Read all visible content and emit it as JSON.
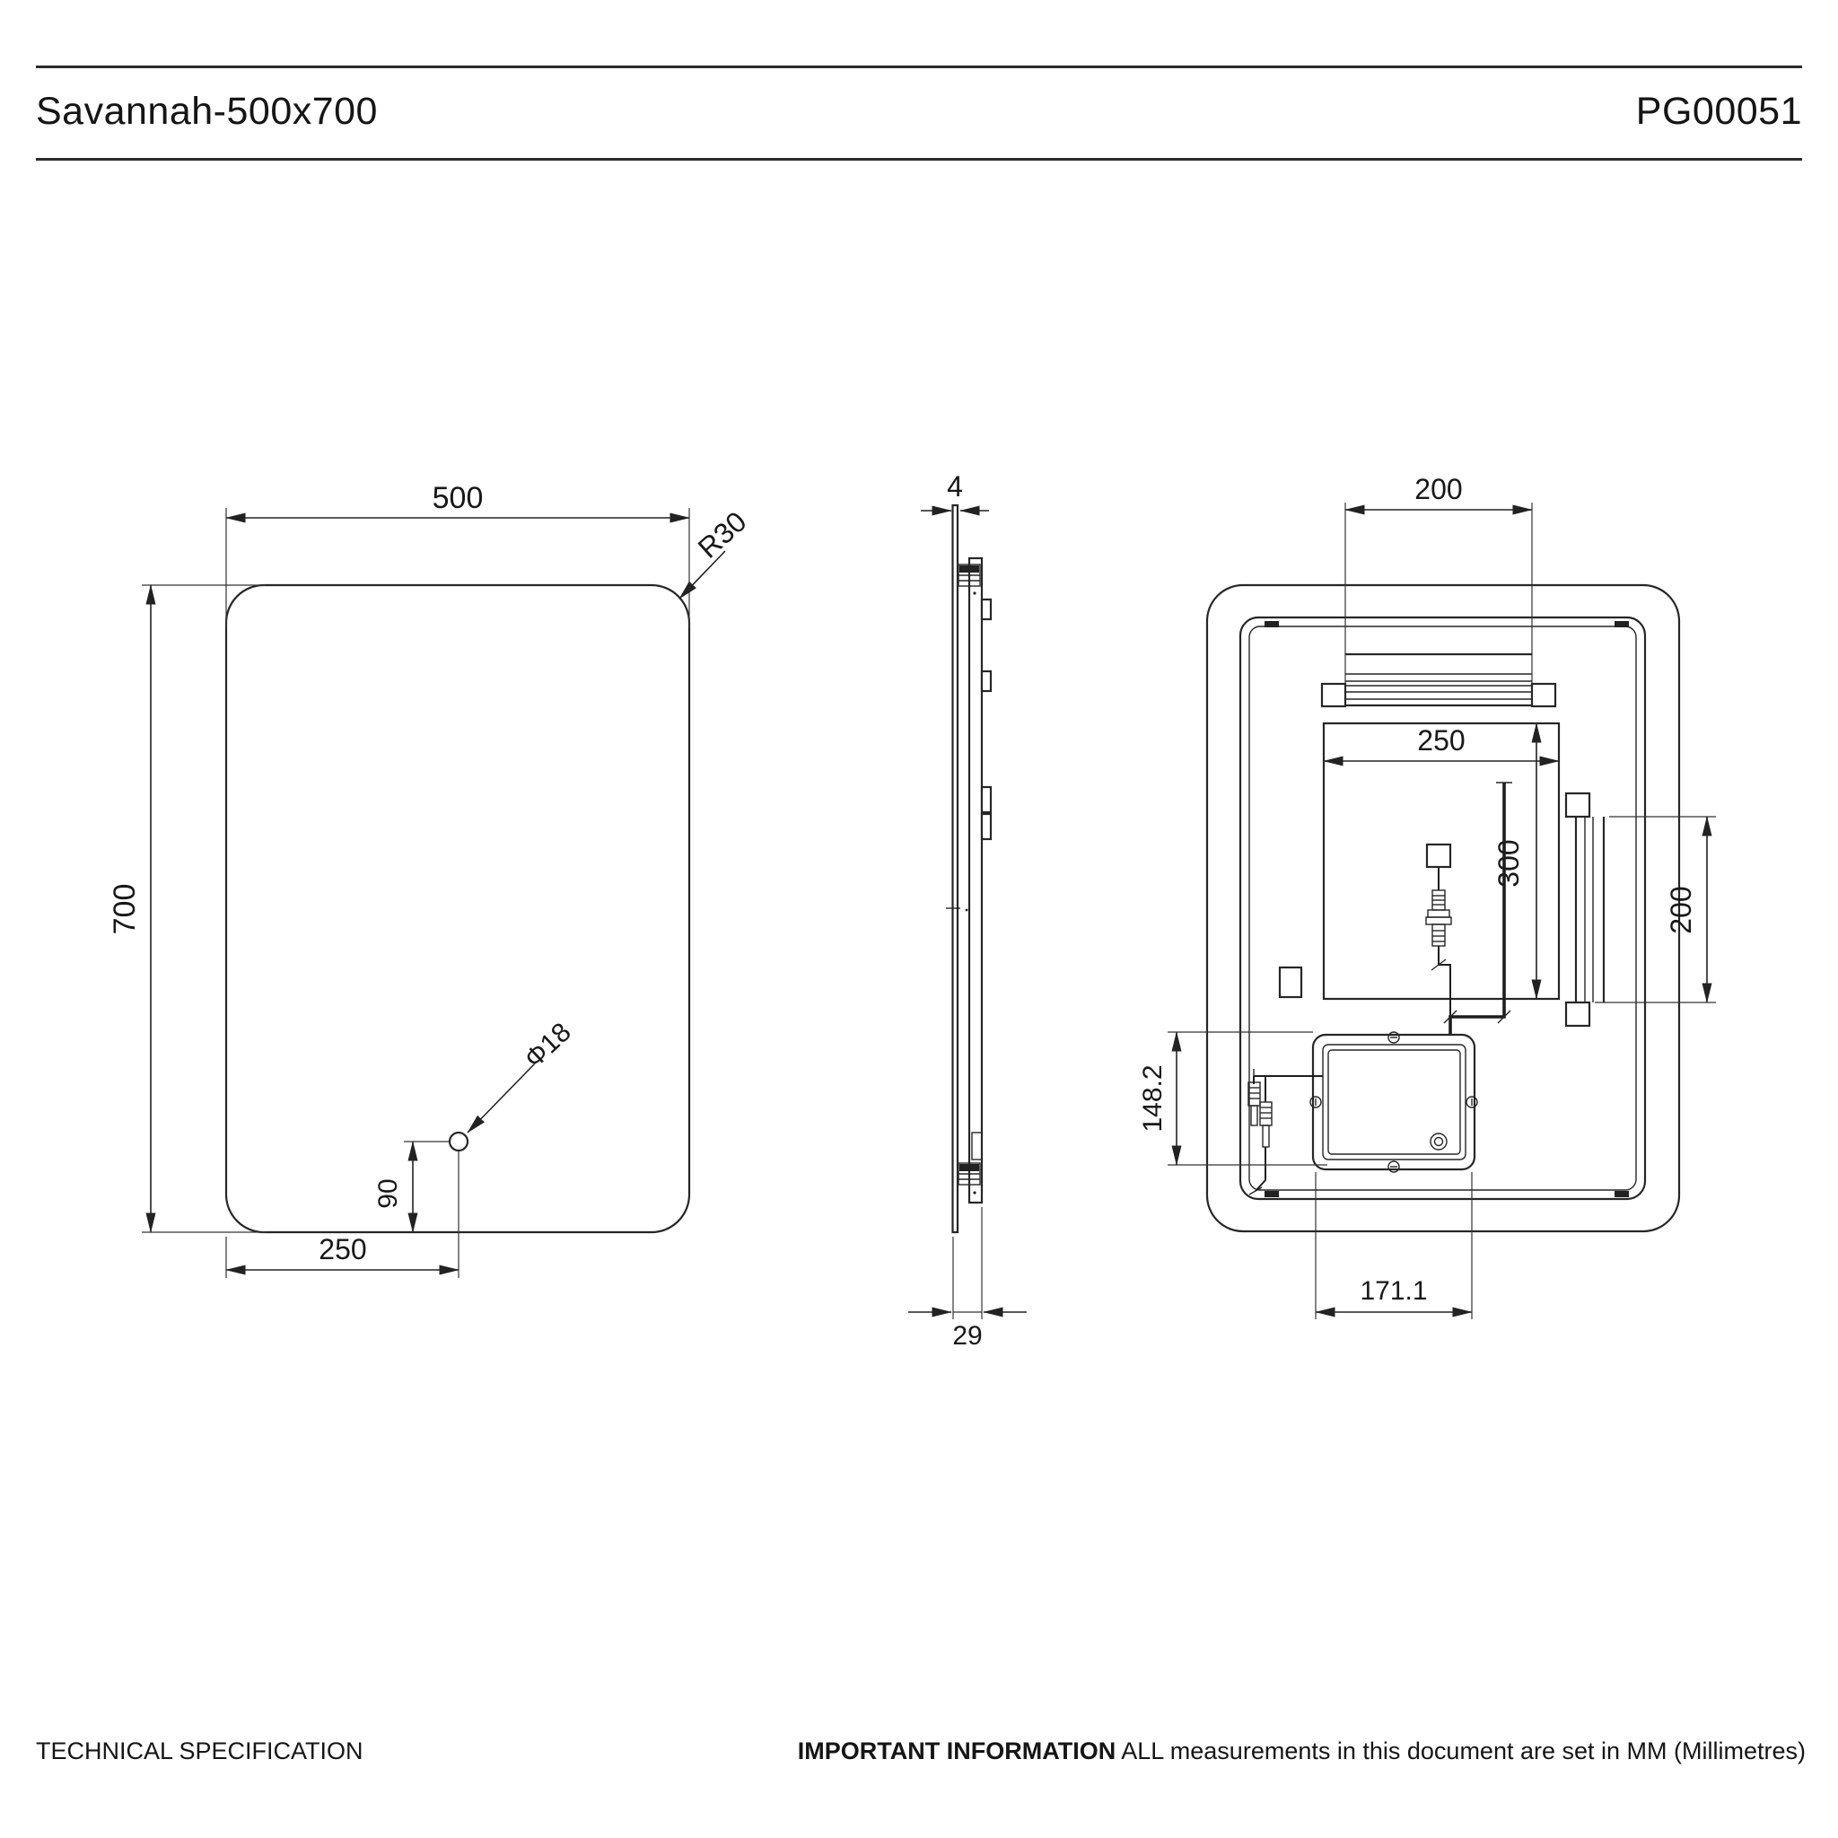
{
  "header": {
    "title": "Savannah-500x700",
    "code": "PG00051"
  },
  "footer": {
    "left": "TECHNICAL SPECIFICATION",
    "right_bold": "IMPORTANT INFORMATION",
    "right_rest": " ALL measurements in this document are set in MM (Millimetres)"
  },
  "colors": {
    "ink": "#181818",
    "line": "#262626",
    "background": "#ffffff"
  },
  "front_view": {
    "width": "500",
    "height": "700",
    "corner_radius": "R30",
    "hole_diameter": "Φ18",
    "hole_from_bottom": "90",
    "hole_from_left": "250"
  },
  "side_view": {
    "glass_thickness": "4",
    "total_depth": "29"
  },
  "back_view": {
    "top_hanger_width": "200",
    "cutout_width": "250",
    "cutout_height": "300",
    "side_hanger_height": "200",
    "driver_box_height": "148.2",
    "driver_box_width": "171.1"
  }
}
